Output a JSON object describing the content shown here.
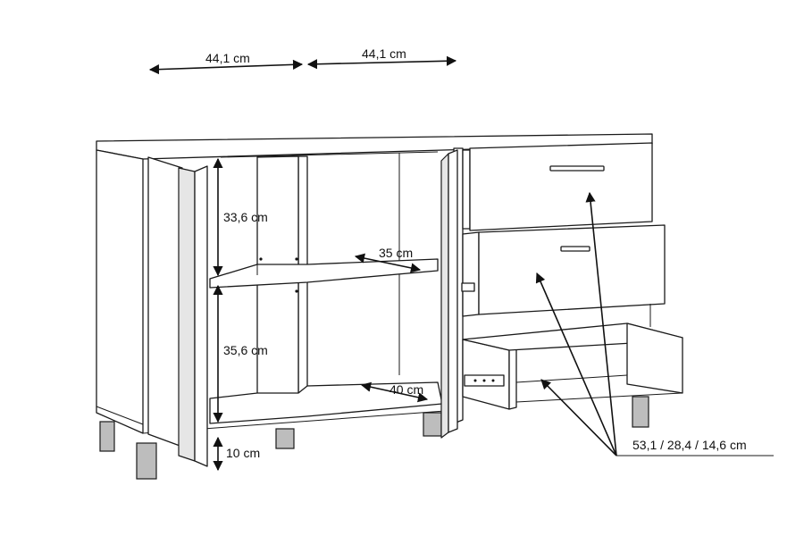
{
  "dimensions": {
    "width_left": "44,1 cm",
    "width_right": "44,1 cm",
    "upper_compartment_height": "33,6 cm",
    "shelf_depth": "35 cm",
    "lower_compartment_height": "35,6 cm",
    "bottom_depth": "40 cm",
    "leg_height": "10 cm",
    "drawer_heights": "53,1 / 28,4 / 14,6 cm"
  },
  "colors": {
    "line": "#1a1a1a",
    "leg_fill": "#bdbdbd",
    "panel_shade": "#e6e6e6"
  }
}
